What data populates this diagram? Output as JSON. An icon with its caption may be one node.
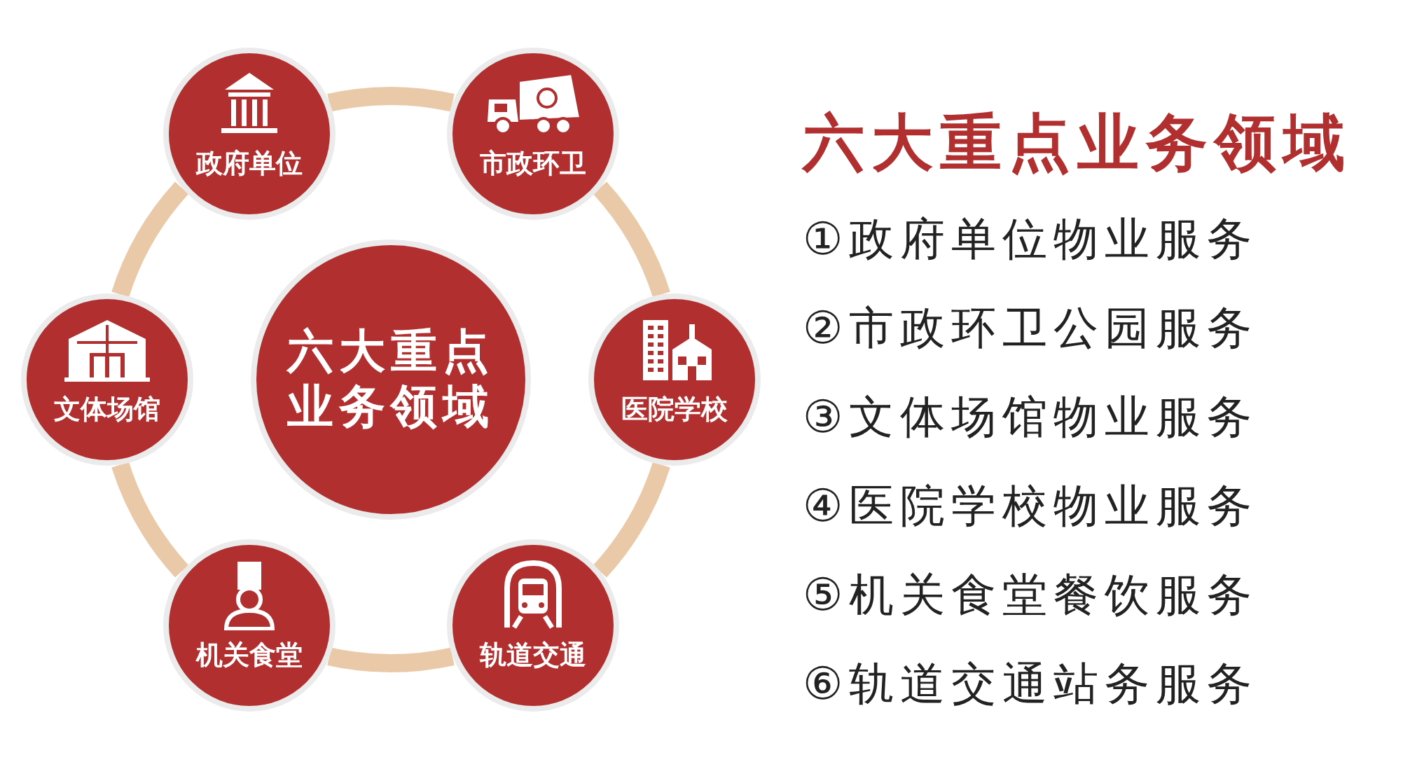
{
  "diagram": {
    "title": "六大重点业务领域",
    "nodes": [
      {
        "text": [
          "六大重点业务领域"
        ]
      },
      {
        "text": [
          "政府单位"
        ]
      },
      {
        "text": [
          "市政环卫"
        ]
      },
      {
        "text": [
          "文体场馆"
        ]
      },
      {
        "text": [
          "医院学校"
        ]
      },
      {
        "text": [
          "机关食堂"
        ]
      },
      {
        "text": [
          "轨道交通"
        ]
      }
    ],
    "edges": [
      {
        "from": 1,
        "to": 2,
        "arrow": "none"
      },
      {
        "from": 2,
        "to": 4,
        "arrow": "none"
      },
      {
        "from": 4,
        "to": 6,
        "arrow": "none"
      },
      {
        "from": 6,
        "to": 5,
        "arrow": "none"
      },
      {
        "from": 5,
        "to": 3,
        "arrow": "none"
      },
      {
        "from": 3,
        "to": 1,
        "arrow": "none"
      }
    ],
    "labels": [
      "①政府单位物业服务",
      "②市政环卫公园服务",
      "③文体场馆物业服务",
      "④医院学校物业服务",
      "⑤机关食堂餐饮服务",
      "⑥轨道交通站务服务"
    ]
  }
}
